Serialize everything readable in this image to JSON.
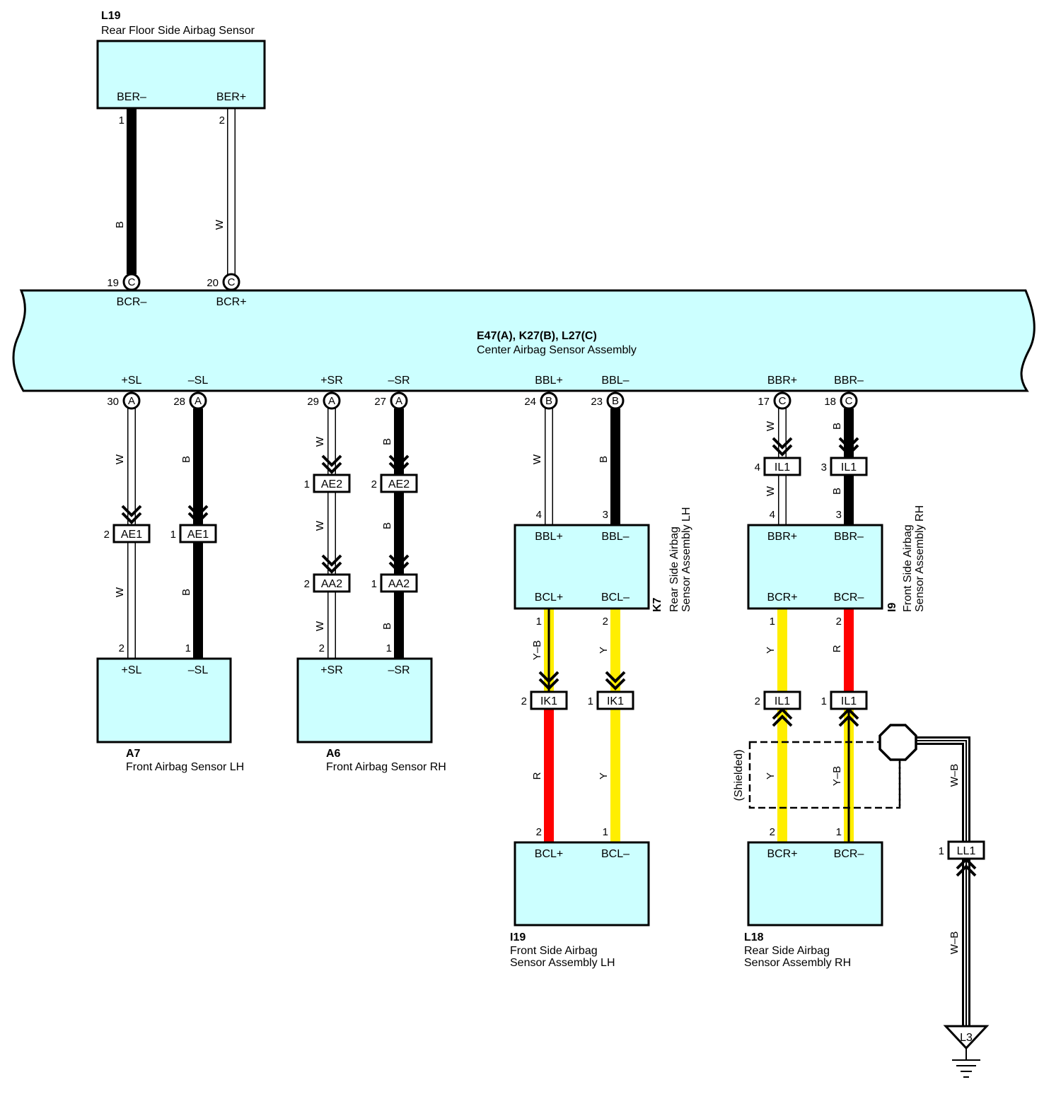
{
  "components": {
    "L19": {
      "code": "L19",
      "name": "Rear Floor Side Airbag Sensor",
      "pins": [
        "BER–",
        "BER+"
      ]
    },
    "center": {
      "code": "E47(A), K27(B), L27(C)",
      "name": "Center Airbag Sensor Assembly",
      "top_pins": [
        "BCR–",
        "BCR+"
      ],
      "bottom_pins": [
        "+SL",
        "–SL",
        "+SR",
        "–SR",
        "BBL+",
        "BBL–",
        "BBR+",
        "BBR–"
      ]
    },
    "A7": {
      "code": "A7",
      "name": "Front Airbag Sensor LH",
      "pins": [
        "+SL",
        "–SL"
      ]
    },
    "A6": {
      "code": "A6",
      "name": "Front Airbag Sensor RH",
      "pins": [
        "+SR",
        "–SR"
      ]
    },
    "K7": {
      "code": "K7",
      "name_lines": [
        "Rear Side Airbag",
        "Sensor Assembly LH"
      ],
      "pins": [
        "BBL+",
        "BBL–",
        "BCL+",
        "BCL–"
      ]
    },
    "I9": {
      "code": "I9",
      "name_lines": [
        "Front Side Airbag",
        "Sensor Assembly RH"
      ],
      "pins": [
        "BBR+",
        "BBR–",
        "BCR+",
        "BCR–"
      ]
    },
    "I19": {
      "code": "I19",
      "name_lines": [
        "Front Side Airbag",
        "Sensor Assembly LH"
      ],
      "pins": [
        "BCL+",
        "BCL–"
      ]
    },
    "L18": {
      "code": "L18",
      "name_lines": [
        "Rear Side Airbag",
        "Sensor Assembly RH"
      ],
      "pins": [
        "BCR+",
        "BCR–"
      ]
    }
  },
  "terminals": {
    "c19": {
      "num": "19",
      "conn": "C"
    },
    "c20": {
      "num": "20",
      "conn": "C"
    },
    "a30": {
      "num": "30",
      "conn": "A"
    },
    "a28": {
      "num": "28",
      "conn": "A"
    },
    "a29": {
      "num": "29",
      "conn": "A"
    },
    "a27": {
      "num": "27",
      "conn": "A"
    },
    "b24": {
      "num": "24",
      "conn": "B"
    },
    "b23": {
      "num": "23",
      "conn": "B"
    },
    "c17": {
      "num": "17",
      "conn": "C"
    },
    "c18": {
      "num": "18",
      "conn": "C"
    }
  },
  "connectors": {
    "ae1_a": {
      "label": "AE1",
      "pin": "2"
    },
    "ae1_b": {
      "label": "AE1",
      "pin": "1"
    },
    "ae2_a": {
      "label": "AE2",
      "pin": "1"
    },
    "ae2_b": {
      "label": "AE2",
      "pin": "2"
    },
    "aa2_a": {
      "label": "AA2",
      "pin": "2"
    },
    "aa2_b": {
      "label": "AA2",
      "pin": "1"
    },
    "il1_a": {
      "label": "IL1",
      "pin": "4"
    },
    "il1_b": {
      "label": "IL1",
      "pin": "3"
    },
    "ik1_a": {
      "label": "IK1",
      "pin": "2"
    },
    "ik1_b": {
      "label": "IK1",
      "pin": "1"
    },
    "il1_c": {
      "label": "IL1",
      "pin": "2"
    },
    "il1_d": {
      "label": "IL1",
      "pin": "1"
    },
    "ll1": {
      "label": "LL1",
      "pin": "1"
    }
  },
  "pin_numbers": {
    "l19_1": "1",
    "l19_2": "2",
    "a7_2": "2",
    "a7_1": "1",
    "a6_2": "2",
    "a6_1": "1",
    "k7_4": "4",
    "k7_3": "3",
    "k7_1": "1",
    "k7_2": "2",
    "i9_4": "4",
    "i9_3": "3",
    "i9_1": "1",
    "i9_2": "2",
    "i19_2": "2",
    "i19_1": "1",
    "l18_2": "2",
    "l18_1": "1"
  },
  "wire_colors": {
    "w_ber_minus": "B",
    "w_ber_plus": "W",
    "w_sl_plus_1": "W",
    "w_sl_plus_2": "W",
    "w_sl_minus_1": "B",
    "w_sl_minus_2": "B",
    "w_sr_plus_1": "W",
    "w_sr_plus_2": "W",
    "w_sr_plus_3": "W",
    "w_sr_minus_1": "B",
    "w_sr_minus_2": "B",
    "w_sr_minus_3": "B",
    "w_bbl_plus": "W",
    "w_bbl_minus": "B",
    "w_bbr_plus_1": "W",
    "w_bbr_plus_2": "W",
    "w_bbr_minus_1": "B",
    "w_bbr_minus_2": "B",
    "w_bcl_plus_1": "Y–B",
    "w_bcl_plus_2": "R",
    "w_bcl_minus_1": "Y",
    "w_bcl_minus_2": "Y",
    "w_bcr_plus_1": "Y",
    "w_bcr_plus_2": "Y",
    "w_bcr_minus_1": "R",
    "w_bcr_minus_2": "Y–B",
    "w_ground_1": "W–B",
    "w_ground_2": "W–B"
  },
  "shield_label": "(Shielded)",
  "ground": {
    "label": "L3"
  },
  "colors": {
    "component_fill": "#ccffff",
    "wire_black": "#000000",
    "wire_red": "#ff0000",
    "wire_yellow": "#ffee00",
    "wire_white": "#ffffff"
  }
}
